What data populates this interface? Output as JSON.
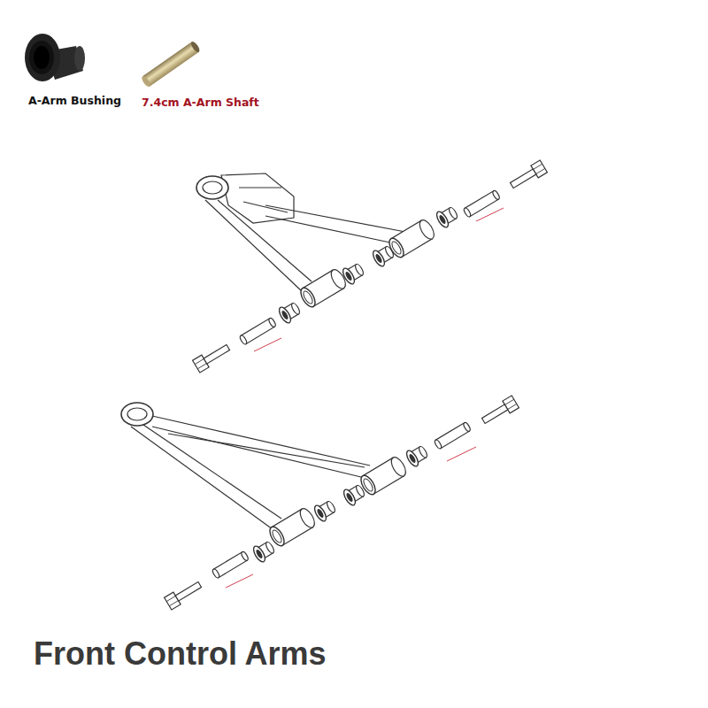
{
  "diagram": {
    "title": "Front Control Arms",
    "labels": [
      "A-Arm Bushing",
      "7.4cm A-Arm Shaft"
    ]
  }
}
